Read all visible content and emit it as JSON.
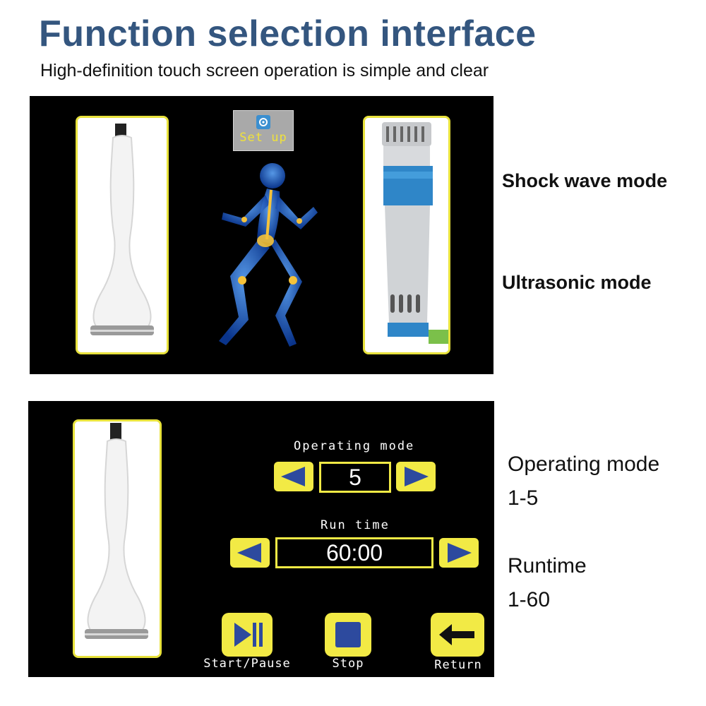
{
  "header": {
    "title": "Function selection interface",
    "subtitle": "High-definition touch screen operation is simple and clear"
  },
  "screen1": {
    "setup_label": "Set up",
    "icons": {
      "setup": "gear-icon",
      "center_image": "running-skeleton-figure"
    }
  },
  "screen2": {
    "operating_mode_label": "Operating mode",
    "operating_mode_value": "5",
    "run_time_label": "Run time",
    "run_time_value": "60:00",
    "buttons": {
      "start_pause": "Start/Pause",
      "stop": "Stop",
      "return": "Return"
    },
    "icons": {
      "decrease": "left-arrow-icon",
      "increase": "right-arrow-icon",
      "start_pause": "play-pause-icon",
      "stop": "stop-icon",
      "return": "return-arrow-icon"
    }
  },
  "annotations": {
    "shock_wave": "Shock wave mode",
    "ultrasonic": "Ultrasonic mode",
    "operating_mode": "Operating mode",
    "operating_mode_range": "1-5",
    "runtime": "Runtime",
    "runtime_range": "1-60"
  },
  "colors": {
    "title": "#34567f",
    "accent_yellow": "#f2ea45",
    "arrow_blue": "#2d4a9e",
    "screen_bg": "#000000"
  }
}
